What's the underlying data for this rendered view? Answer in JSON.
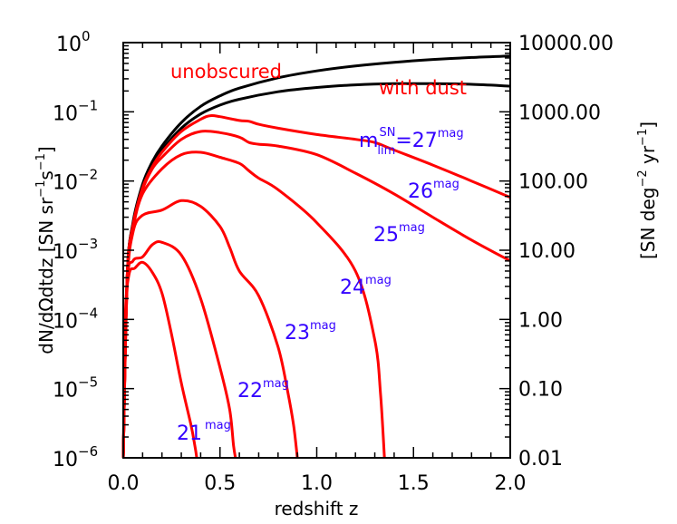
{
  "chart_data": {
    "type": "line",
    "title": "",
    "xlabel": "redshift z",
    "ylabel": "dN/dΩdtdz [SN sr⁻¹s⁻¹]",
    "ylabel_right": "[SN deg⁻² yr⁻¹]",
    "xlim": [
      0.0,
      2.0
    ],
    "ylim": [
      1e-06,
      1.0
    ],
    "yscale": "log",
    "grid": false,
    "x_ticks": [
      "0.0",
      "0.5",
      "1.0",
      "1.5",
      "2.0"
    ],
    "y_ticks_left": [
      {
        "base": "10",
        "exp": "0",
        "value": 1.0
      },
      {
        "base": "10",
        "exp": "−1",
        "value": 0.1
      },
      {
        "base": "10",
        "exp": "−2",
        "value": 0.01
      },
      {
        "base": "10",
        "exp": "−3",
        "value": 0.001
      },
      {
        "base": "10",
        "exp": "−4",
        "value": 0.0001
      },
      {
        "base": "10",
        "exp": "−5",
        "value": 1e-05
      },
      {
        "base": "10",
        "exp": "−6",
        "value": 1e-06
      }
    ],
    "y_ticks_right": [
      "10000.00",
      "1000.00",
      "100.00",
      "10.00",
      "1.00",
      "0.10",
      "0.01"
    ],
    "series": [
      {
        "name": "unobscured",
        "color": "#000000",
        "x": [
          0.0,
          0.02,
          0.05,
          0.1,
          0.15,
          0.2,
          0.3,
          0.4,
          0.5,
          0.6,
          0.8,
          1.0,
          1.2,
          1.4,
          1.6,
          1.8,
          2.0
        ],
        "y": [
          1e-06,
          0.0004,
          0.0025,
          0.009,
          0.019,
          0.032,
          0.07,
          0.12,
          0.17,
          0.22,
          0.31,
          0.39,
          0.46,
          0.52,
          0.57,
          0.61,
          0.64
        ]
      },
      {
        "name": "with dust",
        "color": "#000000",
        "x": [
          0.0,
          0.02,
          0.05,
          0.1,
          0.15,
          0.2,
          0.3,
          0.4,
          0.5,
          0.6,
          0.8,
          1.0,
          1.2,
          1.4,
          1.6,
          1.8,
          2.0
        ],
        "y": [
          1e-06,
          0.0004,
          0.0024,
          0.0085,
          0.017,
          0.028,
          0.058,
          0.093,
          0.125,
          0.152,
          0.195,
          0.225,
          0.245,
          0.255,
          0.255,
          0.25,
          0.235
        ]
      },
      {
        "name": "m_lim=27 mag",
        "color": "#ff0000",
        "x": [
          0.0,
          0.02,
          0.05,
          0.1,
          0.15,
          0.2,
          0.3,
          0.4,
          0.45,
          0.5,
          0.6,
          0.65,
          0.7,
          0.8,
          1.0,
          1.2,
          1.3,
          1.4,
          1.6,
          1.8,
          2.0
        ],
        "y": [
          1e-06,
          0.0004,
          0.0023,
          0.008,
          0.016,
          0.026,
          0.052,
          0.078,
          0.088,
          0.085,
          0.075,
          0.073,
          0.066,
          0.058,
          0.047,
          0.04,
          0.036,
          0.028,
          0.017,
          0.01,
          0.0058
        ]
      },
      {
        "name": "m_lim=26 mag",
        "color": "#ff0000",
        "x": [
          0.0,
          0.02,
          0.05,
          0.1,
          0.15,
          0.2,
          0.3,
          0.4,
          0.5,
          0.6,
          0.65,
          0.7,
          0.8,
          1.0,
          1.2,
          1.4,
          1.6,
          1.8,
          2.0
        ],
        "y": [
          1e-06,
          0.0004,
          0.0022,
          0.0075,
          0.015,
          0.022,
          0.04,
          0.052,
          0.05,
          0.043,
          0.036,
          0.034,
          0.032,
          0.024,
          0.013,
          0.0065,
          0.003,
          0.0014,
          0.0007
        ]
      },
      {
        "name": "m_lim=25 mag",
        "color": "#ff0000",
        "x": [
          0.0,
          0.02,
          0.05,
          0.1,
          0.2,
          0.3,
          0.4,
          0.5,
          0.6,
          0.65,
          0.7,
          0.8,
          1.0,
          1.2,
          1.3,
          1.33,
          1.35
        ],
        "y": [
          1e-06,
          0.0004,
          0.002,
          0.0065,
          0.015,
          0.024,
          0.026,
          0.022,
          0.018,
          0.014,
          0.011,
          0.0075,
          0.0025,
          0.0005,
          5e-05,
          8e-06,
          1e-06
        ]
      },
      {
        "name": "m_lim=24 mag",
        "color": "#ff0000",
        "x": [
          0.0,
          0.02,
          0.05,
          0.1,
          0.2,
          0.3,
          0.4,
          0.5,
          0.55,
          0.6,
          0.7,
          0.8,
          0.85,
          0.88,
          0.9
        ],
        "y": [
          1e-06,
          0.0003,
          0.0018,
          0.0032,
          0.0038,
          0.0052,
          0.0043,
          0.0022,
          0.0011,
          0.0005,
          0.00022,
          4e-05,
          9e-06,
          3e-06,
          1e-06
        ]
      },
      {
        "name": "m_lim=23 mag",
        "color": "#ff0000",
        "x": [
          0.0,
          0.02,
          0.05,
          0.1,
          0.15,
          0.2,
          0.3,
          0.4,
          0.5,
          0.55,
          0.57,
          0.58
        ],
        "y": [
          1e-06,
          0.0003,
          0.0007,
          0.0008,
          0.0012,
          0.0013,
          0.00085,
          0.0002,
          2e-05,
          5e-06,
          1.5e-06,
          1e-06
        ]
      },
      {
        "name": "m_lim=22 mag",
        "color": "#ff0000",
        "x": [
          0.0,
          0.01,
          0.03,
          0.06,
          0.1,
          0.15,
          0.2,
          0.25,
          0.3,
          0.35,
          0.37,
          0.38
        ],
        "y": [
          1e-06,
          0.0001,
          0.00045,
          0.00055,
          0.00067,
          0.00048,
          0.00024,
          6e-05,
          1.2e-05,
          3e-06,
          1.5e-06,
          1e-06
        ]
      }
    ],
    "annotations": [
      {
        "text": "unobscured",
        "color": "#ff0000"
      },
      {
        "text": "with dust",
        "color": "#ff0000"
      },
      {
        "text": "m",
        "sup": "SN",
        "sub": "lim",
        "suffix": "=27",
        "mag": "mag",
        "color": "#3300ff"
      },
      {
        "text": "26",
        "mag": "mag",
        "color": "#3300ff"
      },
      {
        "text": "25",
        "mag": "mag",
        "color": "#3300ff"
      },
      {
        "text": "24",
        "mag": "mag",
        "color": "#3300ff"
      },
      {
        "text": "23",
        "mag": "mag",
        "color": "#3300ff"
      },
      {
        "text": "22",
        "mag": "mag",
        "color": "#3300ff"
      },
      {
        "text": "21",
        "mag": "mag",
        "color": "#3300ff"
      }
    ]
  },
  "labels": {
    "xlabel": "redshift  z",
    "ylabel_left_main": "dN/dΩdtdz  [SN sr",
    "ylabel_left_e1": "−1",
    "ylabel_left_s": "s",
    "ylabel_left_e2": "−1",
    "ylabel_left_close": "]",
    "ylabel_right_main": "[SN deg",
    "ylabel_right_e1": "−2",
    "ylabel_right_yr": " yr",
    "ylabel_right_e2": "−1",
    "ylabel_right_close": "]"
  }
}
